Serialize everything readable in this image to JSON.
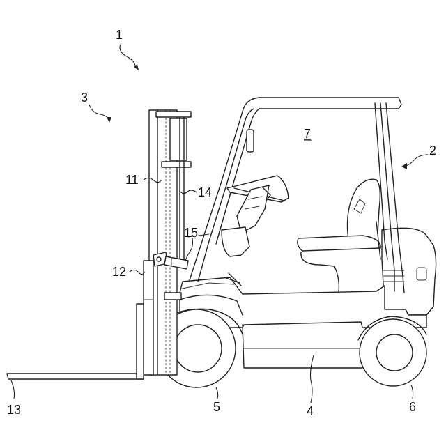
{
  "figure": {
    "subject": "forklift",
    "reference_numerals": [
      {
        "id": "ref-1",
        "label": "1"
      },
      {
        "id": "ref-2",
        "label": "2"
      },
      {
        "id": "ref-3",
        "label": "3"
      },
      {
        "id": "ref-4",
        "label": "4"
      },
      {
        "id": "ref-5",
        "label": "5"
      },
      {
        "id": "ref-6",
        "label": "6"
      },
      {
        "id": "ref-7",
        "label": "7"
      },
      {
        "id": "ref-11",
        "label": "11"
      },
      {
        "id": "ref-12",
        "label": "12"
      },
      {
        "id": "ref-13",
        "label": "13"
      },
      {
        "id": "ref-14",
        "label": "14"
      },
      {
        "id": "ref-15",
        "label": "15"
      }
    ],
    "colors": {
      "line": "#222222",
      "background": "#ffffff"
    }
  }
}
